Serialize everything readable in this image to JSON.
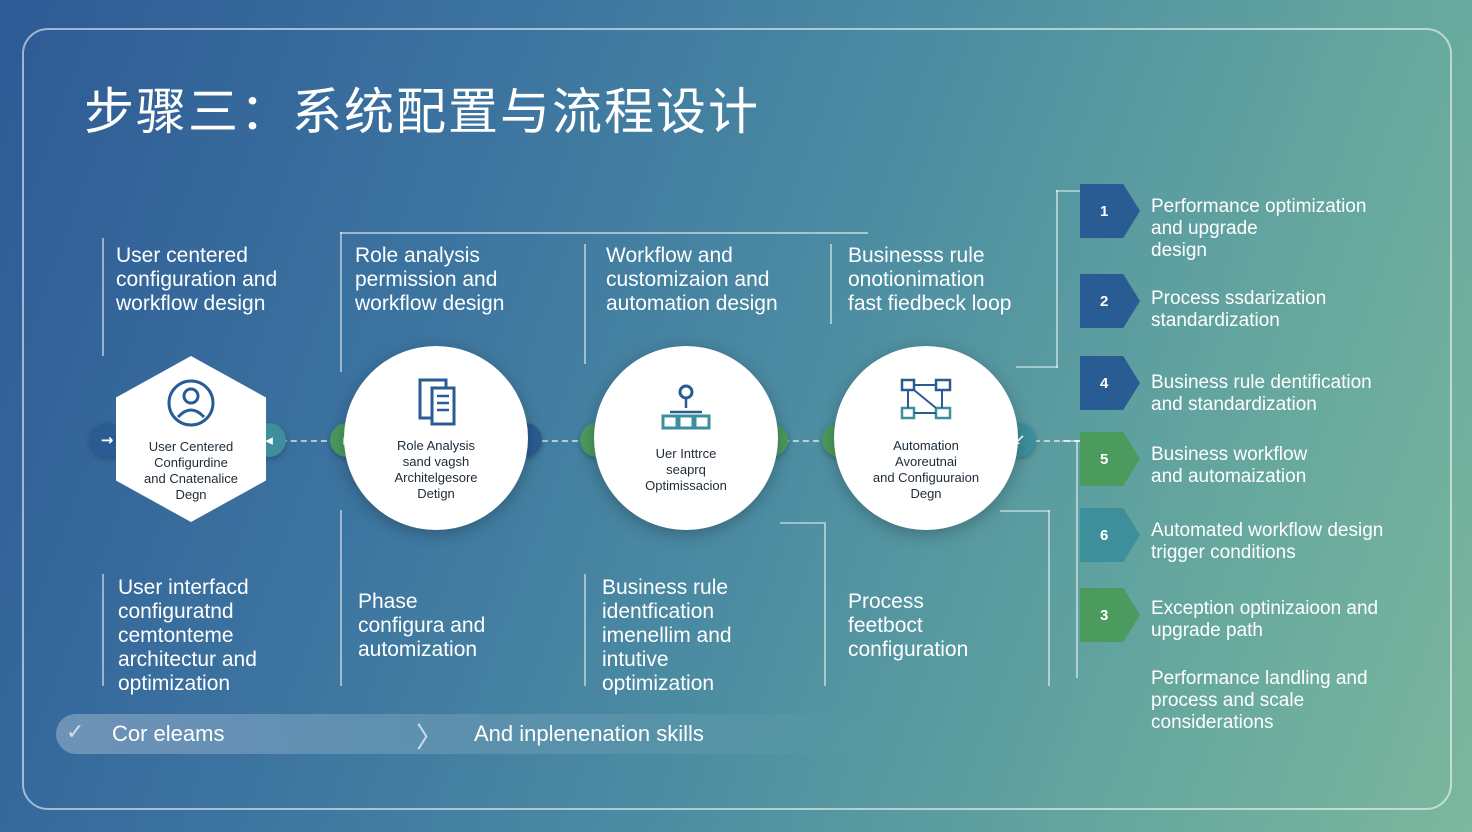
{
  "title": "步骤三：系统配置与流程设计",
  "top_texts": [
    "User centered\nconfiguration and\nworkflow design",
    "Role analysis\npermission and\nworkflow design",
    "Workflow and\ncustomizaion and\nautomation design",
    "Businesss rule\nonotionimation\nfast fiedbeck loop"
  ],
  "nodes": [
    {
      "label": "User Centered\nConfigurdine\nand Cnatenalice\nDegn",
      "icon": "user-icon"
    },
    {
      "label": "Role Analysis\nsand vagsh\nArchitelgesore\nDetign",
      "icon": "document-icon"
    },
    {
      "label": "Uer Inttrce\nseaprq\nOptimissacion",
      "icon": "hierarchy-icon"
    },
    {
      "label": "Automation\nAvoreutnai\nand Configuuraion\nDegn",
      "icon": "flow-diagram-icon"
    }
  ],
  "bottom_texts": [
    "User interfacd\nconfiguratnd\ncemtonteme\narchitectur and\noptimization",
    "Phase\nconfigura and\nautomization",
    "Business rule\nidentfication\nimenellim and\nintutive\noptimization",
    "Process\nfeetboct\nconfiguration"
  ],
  "steps": [
    {
      "num": "1",
      "text": "Performance optimization\nand upgrade\ndesign",
      "color": "#2a5c94"
    },
    {
      "num": "2",
      "text": "Process ssdarization\nstandardization",
      "color": "#2a5c94"
    },
    {
      "num": "4",
      "text": "Business rule dentification\nand standardization",
      "color": "#2a5c94"
    },
    {
      "num": "5",
      "text": "Business workflow\nand automaization",
      "color": "#4b9a5e"
    },
    {
      "num": "6",
      "text": "Automated workflow design\ntrigger conditions",
      "color": "#3d8f9c"
    },
    {
      "num": "3",
      "text": "Exception optinizaioon and\nupgrade path",
      "color": "#4b9a5e"
    }
  ],
  "final_text": "Performance landling and\nprocess and scale\nconsiderations",
  "footer": {
    "left": "Cor eleams",
    "right": "And inplenenation skills"
  },
  "colors": {
    "blue": "#2a5c94",
    "green": "#4b9a5e",
    "teal": "#3d8f9c"
  }
}
